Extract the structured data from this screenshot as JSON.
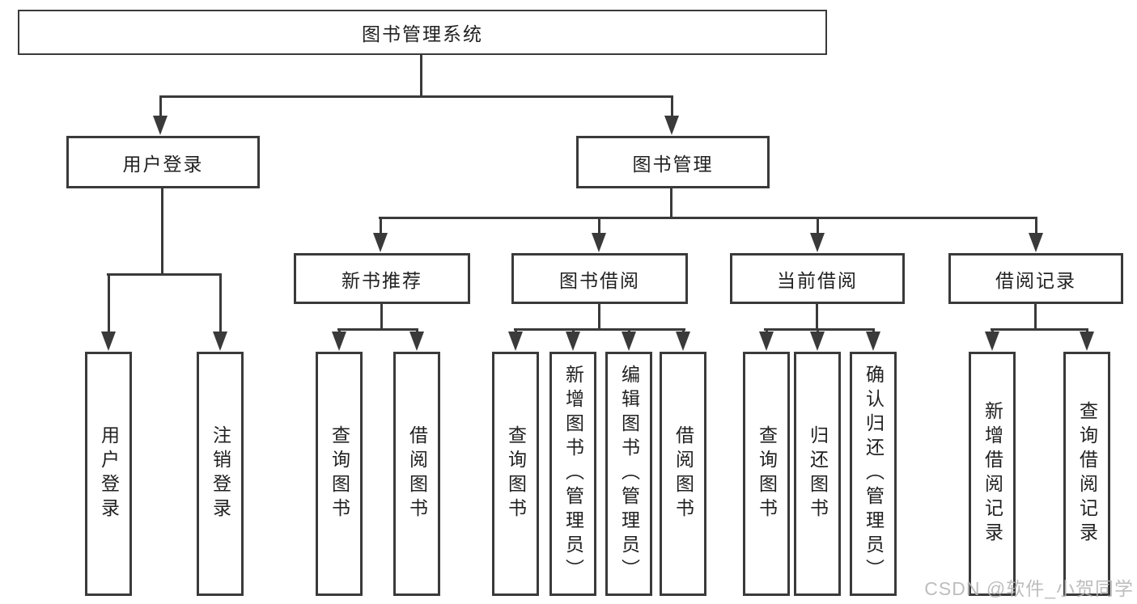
{
  "diagram": {
    "root": {
      "label": "图书管理系统",
      "children": [
        {
          "label": "用户登录",
          "children": [
            {
              "label": "用户登录"
            },
            {
              "label": "注销登录"
            }
          ]
        },
        {
          "label": "图书管理",
          "children": [
            {
              "label": "新书推荐",
              "children": [
                {
                  "label": "查询图书"
                },
                {
                  "label": "借阅图书"
                }
              ]
            },
            {
              "label": "图书借阅",
              "children": [
                {
                  "label": "查询图书"
                },
                {
                  "label": "新增图书（管理员）"
                },
                {
                  "label": "编辑图书（管理员）"
                },
                {
                  "label": "借阅图书"
                }
              ]
            },
            {
              "label": "当前借阅",
              "children": [
                {
                  "label": "查询图书"
                },
                {
                  "label": "归还图书"
                },
                {
                  "label": "确认归还（管理员）"
                }
              ]
            },
            {
              "label": "借阅记录",
              "children": [
                {
                  "label": "新增借阅记录"
                },
                {
                  "label": "查询借阅记录"
                }
              ]
            }
          ]
        }
      ]
    }
  },
  "watermark": {
    "text": "CSDN @软件_小贺同学"
  },
  "colors": {
    "line": "#3a3a3a",
    "text": "#212121",
    "background": "#ffffff",
    "watermark": "#b5b5b5"
  }
}
